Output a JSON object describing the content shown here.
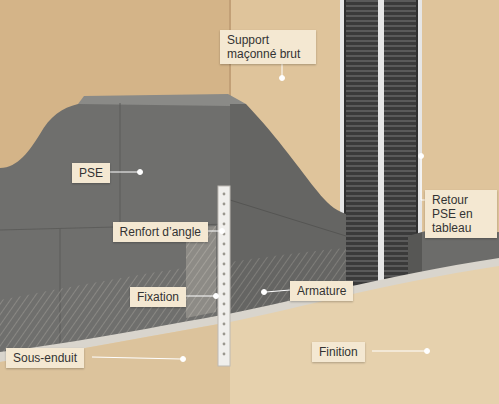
{
  "diagram": {
    "labels": [
      "Support maçonné brut",
      "PSE",
      "Retour PSE en tableau",
      "Renfort d’angle",
      "Fixation",
      "Armature",
      "Sous-enduit",
      "Finition"
    ]
  }
}
